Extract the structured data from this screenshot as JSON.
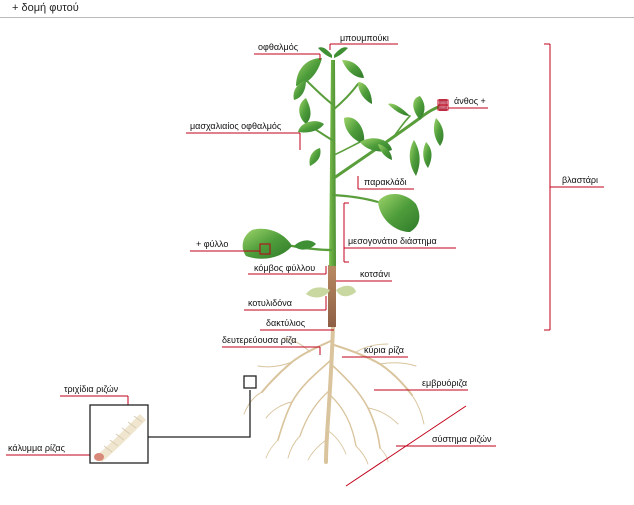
{
  "header": {
    "title": "+ δομή φυτού"
  },
  "labels": {
    "bud_terminal": "μπουμπούκι",
    "eye": "οφθαλμός",
    "flower": "άνθος +",
    "axillary_bud": "μασχαλιαίος οφθαλμός",
    "branch": "παρακλάδι",
    "shoot": "βλαστάρι",
    "leaf": "+ φύλλο",
    "internode": "μεσογονάτιο διάστημα",
    "leaf_node": "κόμβος φύλλου",
    "petiole": "κοτσάνι",
    "cotyledon": "κοτυλιδόνα",
    "ring": "δακτύλιος",
    "secondary_root": "δευτερεύουσα ρίζα",
    "main_root": "κύρια ρίζα",
    "radicle": "εμβρυόριζα",
    "root_system": "σύστημα ριζών",
    "root_hairs": "τριχίδια ριζών",
    "root_cap": "κάλυμμα ρίζας"
  },
  "colors": {
    "leader": "#c0001a",
    "leaf_dark": "#3f8f35",
    "leaf_light": "#8cc95a",
    "stem": "#6aa843",
    "root": "#d7c197"
  },
  "icons": {
    "flower_hotspot": "square-hotspot",
    "leaf_hotspot": "square-hotspot",
    "zoom_toggle": "square-toggle"
  }
}
